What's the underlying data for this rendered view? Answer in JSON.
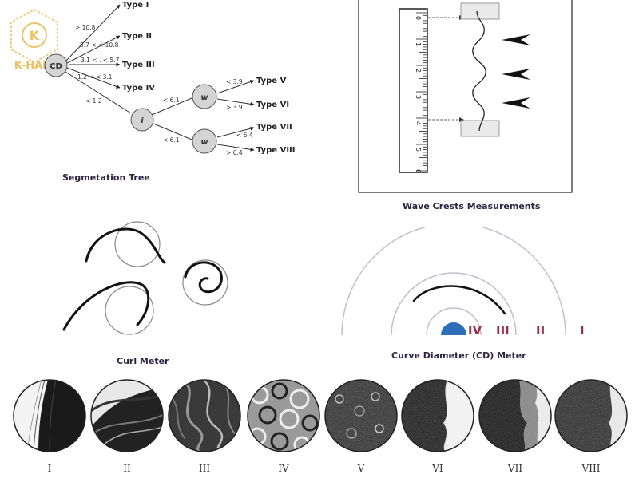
{
  "logo": {
    "monogram": "K",
    "brand": "K-HAIR"
  },
  "segmentation_tree": {
    "caption": "Segmetation Tree",
    "root_node": "CD",
    "inner_node": "i",
    "wave_node": "w",
    "cd_branches": [
      {
        "condition": "> 10.8",
        "type": "Type I"
      },
      {
        "condition": "5.7 < < 10.8",
        "type": "Type II"
      },
      {
        "condition": "3.1 < . < 5.7",
        "type": "Type III"
      },
      {
        "condition": "1.2 < < 3.1",
        "type": "Type IV"
      },
      {
        "condition": "< 1.2"
      }
    ],
    "i_branches": [
      {
        "condition": "< 6.1",
        "w_branches": [
          {
            "condition": "< 3.9",
            "type": "Type V"
          },
          {
            "condition": "> 3.9",
            "type": "Type VI"
          }
        ]
      },
      {
        "condition": "< 6.1",
        "w_branches": [
          {
            "condition": "< 6.4",
            "type": "Type VII"
          },
          {
            "condition": "> 6.4",
            "type": "Type VIII"
          }
        ]
      }
    ]
  },
  "wave_crests": {
    "caption": "Wave Crests Measurements",
    "ruler_ticks": [
      "0",
      "1",
      "2",
      "3",
      "4",
      "5",
      "6"
    ]
  },
  "curl_meter": {
    "caption": "Curl Meter"
  },
  "cd_meter": {
    "caption": "Curve Diameter (CD) Meter",
    "zones": [
      "IV",
      "III",
      "II",
      "I"
    ],
    "zone_color": "#9b2d4b",
    "center_color": "#2f6fba"
  },
  "hair_samples": {
    "labels": [
      "I",
      "II",
      "III",
      "IV",
      "V",
      "VI",
      "VII",
      "VIII"
    ]
  }
}
